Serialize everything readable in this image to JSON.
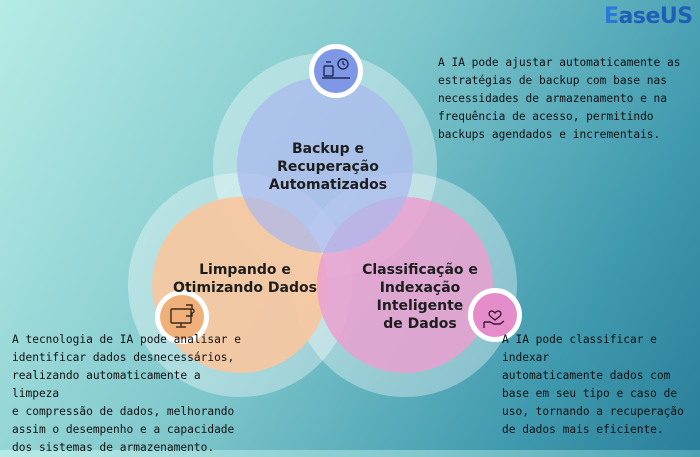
{
  "brand": {
    "logo_text": "EaseUS",
    "logo_e": "E",
    "logo_rest": "aseUS"
  },
  "circles": [
    {
      "id": "backup",
      "label_lines": [
        "Backup e",
        "Recuperação",
        "Automatizados"
      ],
      "icon": "backup-schedule-icon",
      "color": "#a9b8ee",
      "icon_color": "#7f98e6"
    },
    {
      "id": "cleaning",
      "label_lines": [
        "Limpando e",
        "Otimizando Dados"
      ],
      "icon": "computer-puzzle-icon",
      "color": "#f7c7a0",
      "icon_color": "#f0b07a"
    },
    {
      "id": "classification",
      "label_lines": [
        "Classificação e",
        "Indexação Inteligente",
        "de Dados"
      ],
      "icon": "hand-heart-icon",
      "color": "#eaa0d0",
      "icon_color": "#e58ccb"
    }
  ],
  "descriptions": {
    "backup": [
      "A IA pode ajustar automaticamente as",
      "estratégias de backup com base nas",
      "necessidades de armazenamento e na",
      "frequência de acesso, permitindo",
      "backups agendados e incrementais."
    ],
    "cleaning": [
      "A tecnologia de IA pode analisar e",
      "identificar dados desnecessários,",
      "realizando automaticamente a limpeza",
      "e compressão de dados, melhorando",
      "assim o desempenho e a capacidade",
      "dos sistemas de armazenamento."
    ],
    "classification": [
      "A IA pode classificar e indexar",
      "automaticamente dados com",
      "base em seu tipo e caso de",
      "uso, tornando a recuperação",
      "de dados mais eficiente."
    ]
  }
}
